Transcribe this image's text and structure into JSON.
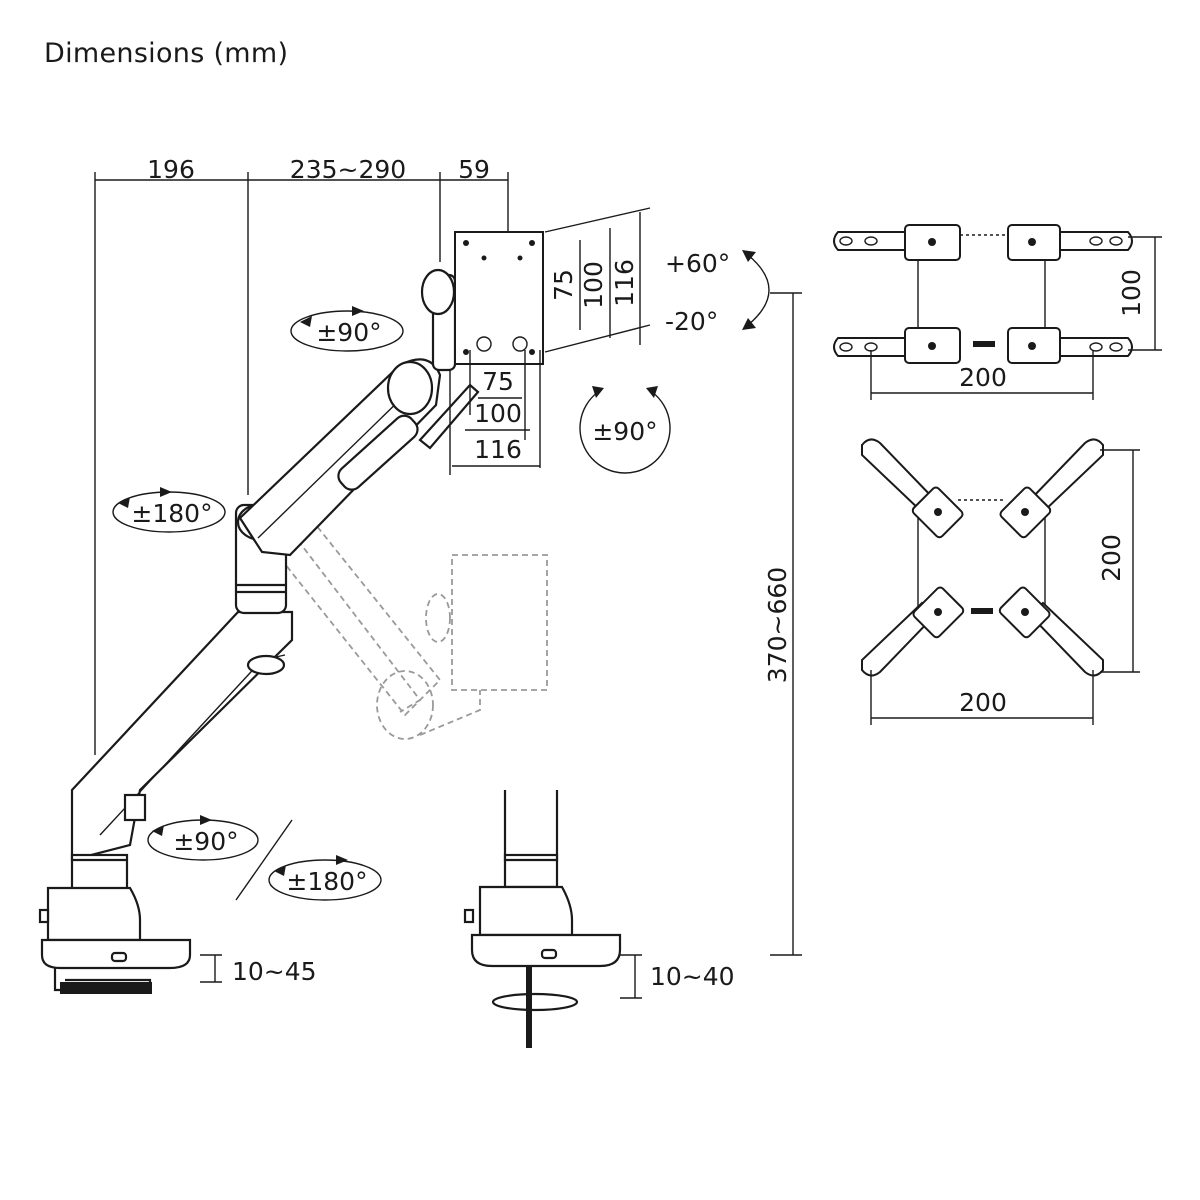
{
  "title": "Dimensions (mm)",
  "dimensions": {
    "arm_reach_1": "196",
    "arm_reach_2": "235~290",
    "head_depth": "59",
    "vesa_h_75": "75",
    "vesa_h_100": "100",
    "vesa_h_116": "116",
    "vesa_w_75": "75",
    "vesa_w_100": "100",
    "vesa_w_116": "116",
    "height_range": "370~660",
    "clamp_range": "10~45",
    "grommet_range": "10~40",
    "adapter_small_height": "100",
    "adapter_small_width": "200",
    "adapter_large_height": "200",
    "adapter_large_width": "200"
  },
  "rotations": {
    "tilt_up": "+60°",
    "tilt_down": "-20°",
    "swivel_head": "±90°",
    "rotate_screen": "±90°",
    "elbow_swivel": "±180°",
    "base_arm_swivel": "±90°",
    "base_swivel": "±180°"
  }
}
